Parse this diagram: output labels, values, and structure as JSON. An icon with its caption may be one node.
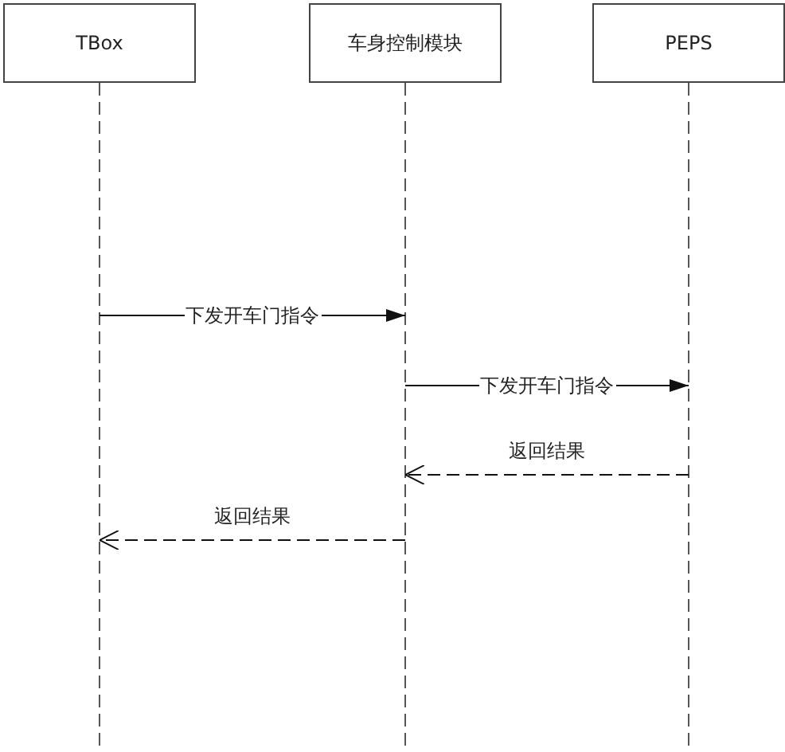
{
  "diagram": {
    "nodes": [
      {
        "text": [
          "TBox"
        ]
      },
      {
        "text": [
          "车身控制模块"
        ]
      },
      {
        "text": [
          "PEPS"
        ]
      }
    ],
    "edges": [
      {
        "from": 0,
        "to": 1,
        "arrow": "to",
        "label": "下发开车门指令"
      },
      {
        "from": 1,
        "to": 2,
        "arrow": "to",
        "label": "下发开车门指令"
      },
      {
        "from": 2,
        "to": 1,
        "arrow": "to",
        "label": "返回结果",
        "style": "dashed"
      },
      {
        "from": 1,
        "to": 0,
        "arrow": "to",
        "label": "返回结果",
        "style": "dashed"
      }
    ]
  }
}
